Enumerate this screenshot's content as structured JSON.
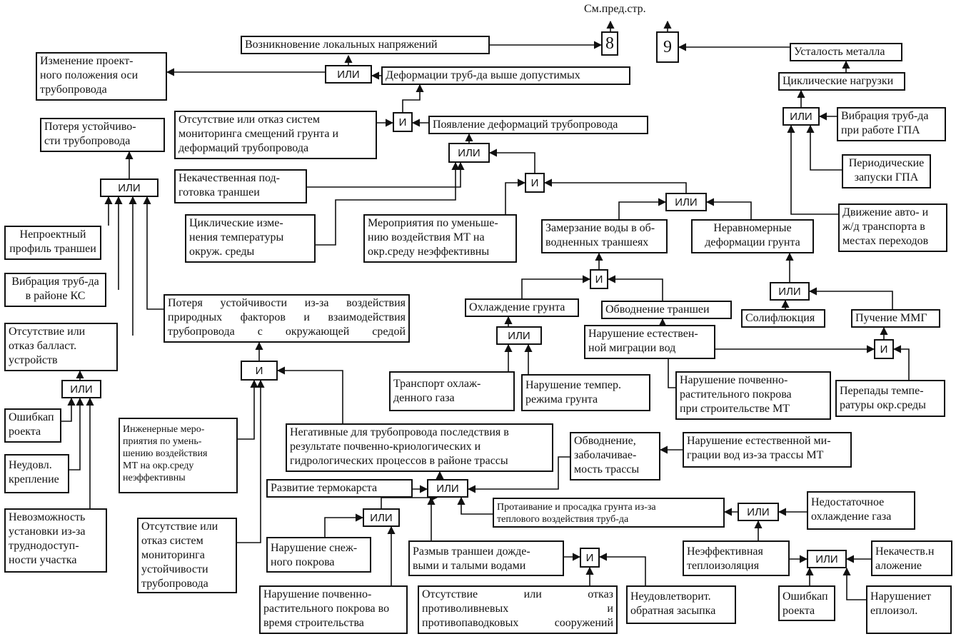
{
  "header": {
    "see_prev_page": "См.пред.стр."
  },
  "refs": {
    "ref_8": "8",
    "ref_9": "9"
  },
  "gates": {
    "or": "ИЛИ",
    "and": "И"
  },
  "nodes": {
    "local_stress": "Возникновение локальных напряжений",
    "axis_change": "Изменение проект-\nного положения оси\nтрубопровода",
    "deform_above": "Деформации труб-да выше допустимых",
    "loss_stability": "Потеря устойчиво-\nсти трубопровода",
    "no_monitoring_soil": "Отсутствие или отказ систем\nмониторинга смещений грунта и\nдеформаций трубопровода",
    "appear_deform": "Появление деформаций трубопровода",
    "bad_trench_prep": "Некачественная под-\nготовка траншеи",
    "cyclic_temp": "Циклические изме-\nнения температуры\nокруж. среды",
    "eco_ineffective": "Мероприятия по уменьше-\nнию воздействия МТ на\nокр.среду неэффективны",
    "freezing_water": "Замерзание воды в об-\nводненных траншеях",
    "uneven_soil_deform": "Неравномерные\nдеформации грунта",
    "non_design_profile": "Непроектный\nпрофиль траншеи",
    "vibration_ks": "Вибрация труб-да\nв районе КС",
    "no_ballast": "Отсутствие или\nотказ балласт.\nустройств",
    "loss_nature": "Потеря устойчивости из-за воздействия природных факторов и взаимодействия трубопровода с окружающей средой",
    "soil_cooling": "Охлаждение грунта",
    "trench_flooding": "Обводнение траншеи",
    "natural_migration": "Нарушение естествен-\nной миграции вод",
    "solifluction": "Солифлюкция",
    "heaving": "Пучение ММГ",
    "metal_fatigue": "Усталость металла",
    "cyclic_loads": "Циклические нагрузки",
    "vibration_gpa": "Вибрация труб-да\nпри работе ГПА",
    "periodic_gpa": "Периодические\nзапуски ГПА",
    "traffic": "Движение авто- и\nж/д транспорта в\nместах переходов",
    "cooled_gas": "Транспорт охлаж-\nденного газа",
    "temp_regime": "Нарушение темпер.\nрежима грунта",
    "soil_cover_constr": "Нарушение почвенно-\nрастительного покрова\nпри строительстве МТ",
    "temp_diff": "Перепады темпе-\nратуры окр.среды",
    "design_error_1": "Ошибкап\nроекта",
    "bad_fastening": "Неудовл.\nкрепление",
    "impossible_install": "Невозможность\nустановки из-за\nтруднодоступ-\nности участка",
    "eng_measures": "Инженерные меро-\nприятия по умень-\nшению воздействия\nМТ на окр.среду\nнеэффективны",
    "negative_effects": "Негативные для трубопровода последствия в результате почвенно-криологических и гидрологических процессов в районе трассы",
    "flooding_route": "Обводнение,\nзаболачивае-\nмость трассы",
    "migration_route": "Нарушение естественной ми-\nграции вод из-за трассы МТ",
    "thermokarst": "Развитие термокарста",
    "thawing": "Протаивание и просадка грунта из-за\nтеплового воздействия труб-да",
    "insufficient_cooling": "Недостаточное\nохлаждение газа",
    "no_monitoring_stab": "Отсутствие или\nотказ систем\nмониторинга\nустойчивости\nтрубопровода",
    "snow_cover": "Нарушение снеж-\nного покрова",
    "erosion": "Размыв траншеи дожде-\nвыми и талыми водами",
    "bad_insulation": "Неэффективная\nтеплоизоляция",
    "bad_application": "Некачеств.н\nаложение",
    "soil_cover_build": "Нарушение почвенно-\nрастительного покрова во\nвремя строительства",
    "no_flood_protection": "Отсутствие или отказ противоливневых и противопаводковых сооружений",
    "bad_backfill": "Неудовлетворит.\nобратная засыпка",
    "design_error_2": "Ошибкап\nроекта",
    "insulation_damage": "Нарушениет\nеплоизол."
  }
}
